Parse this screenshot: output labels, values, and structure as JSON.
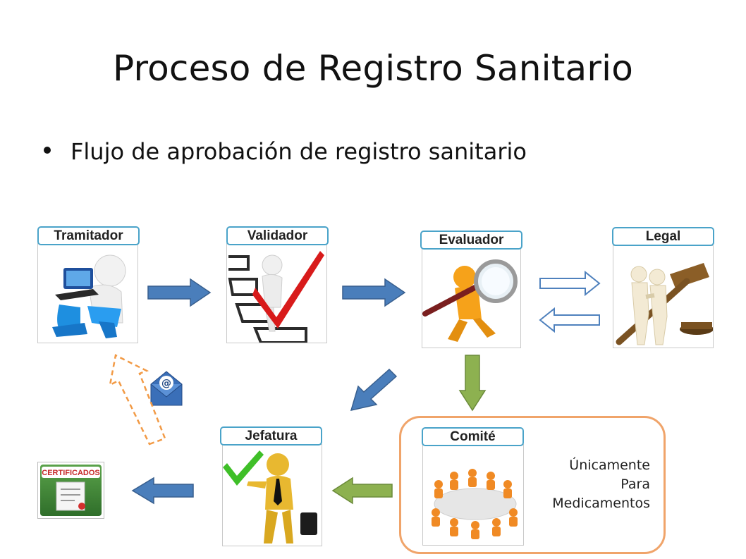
{
  "slide": {
    "title": "Proceso de Registro Sanitario",
    "bullet": "Flujo de aprobación de registro sanitario"
  },
  "nodes": {
    "tramitador": "Tramitador",
    "validador": "Validador",
    "evaluador": "Evaluador",
    "legal": "Legal",
    "jefatura": "Jefatura",
    "comite": "Comité"
  },
  "note": {
    "line1": "Únicamente",
    "line2": "Para",
    "line3": "Medicamentos"
  },
  "certificate": {
    "label": "CERTIFICADOS"
  },
  "email": {
    "symbol": "@"
  },
  "colors": {
    "blue_arrow": "#4a7ebb",
    "green_arrow": "#8db150",
    "orange_border": "#f0a46a",
    "label_border": "#4aa3c9"
  }
}
